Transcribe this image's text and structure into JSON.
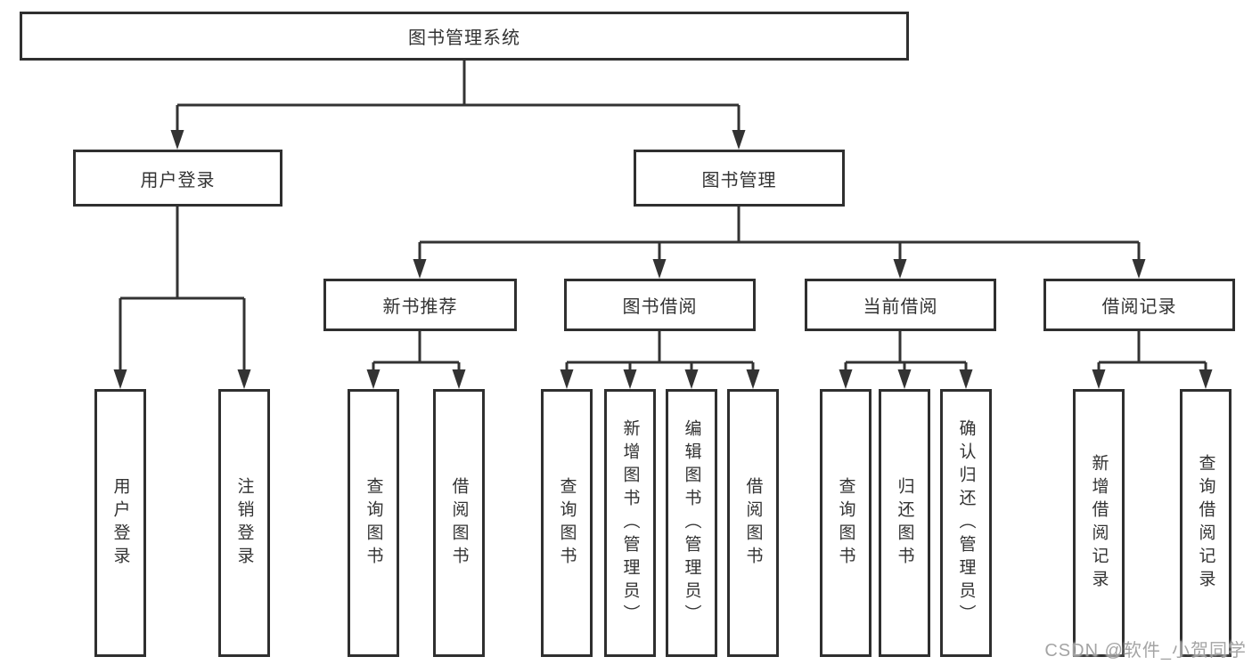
{
  "diagram_title": "图书管理系统",
  "colors": {
    "background": "#ffffff",
    "box_border": "#2f2f2f",
    "box_fill": "#ffffff",
    "line": "#333333",
    "text": "#333333",
    "watermark": "#949494"
  },
  "tree": {
    "level1": [
      {
        "label": "图书管理系统"
      }
    ],
    "level2": [
      {
        "label": "用户登录",
        "parent": "图书管理系统"
      },
      {
        "label": "图书管理",
        "parent": "图书管理系统"
      }
    ],
    "level3": [
      {
        "label": "新书推荐",
        "parent": "图书管理"
      },
      {
        "label": "图书借阅",
        "parent": "图书管理"
      },
      {
        "label": "当前借阅",
        "parent": "图书管理"
      },
      {
        "label": "借阅记录",
        "parent": "图书管理"
      }
    ],
    "level4": [
      {
        "label": "用户登录",
        "parent": "用户登录"
      },
      {
        "label": "注销登录",
        "parent": "用户登录"
      },
      {
        "label": "查询图书",
        "parent": "新书推荐"
      },
      {
        "label": "借阅图书",
        "parent": "新书推荐"
      },
      {
        "label": "查询图书",
        "parent": "图书借阅"
      },
      {
        "label": "新增图书（管理员）",
        "parent": "图书借阅"
      },
      {
        "label": "编辑图书（管理员）",
        "parent": "图书借阅"
      },
      {
        "label": "借阅图书",
        "parent": "图书借阅"
      },
      {
        "label": "查询图书",
        "parent": "当前借阅"
      },
      {
        "label": "归还图书",
        "parent": "当前借阅"
      },
      {
        "label": "确认归还（管理员）",
        "parent": "当前借阅"
      },
      {
        "label": "新增借阅记录",
        "parent": "借阅记录"
      },
      {
        "label": "查询借阅记录",
        "parent": "借阅记录"
      }
    ]
  },
  "watermark": {
    "text": "CSDN @软件_小贺同学"
  }
}
